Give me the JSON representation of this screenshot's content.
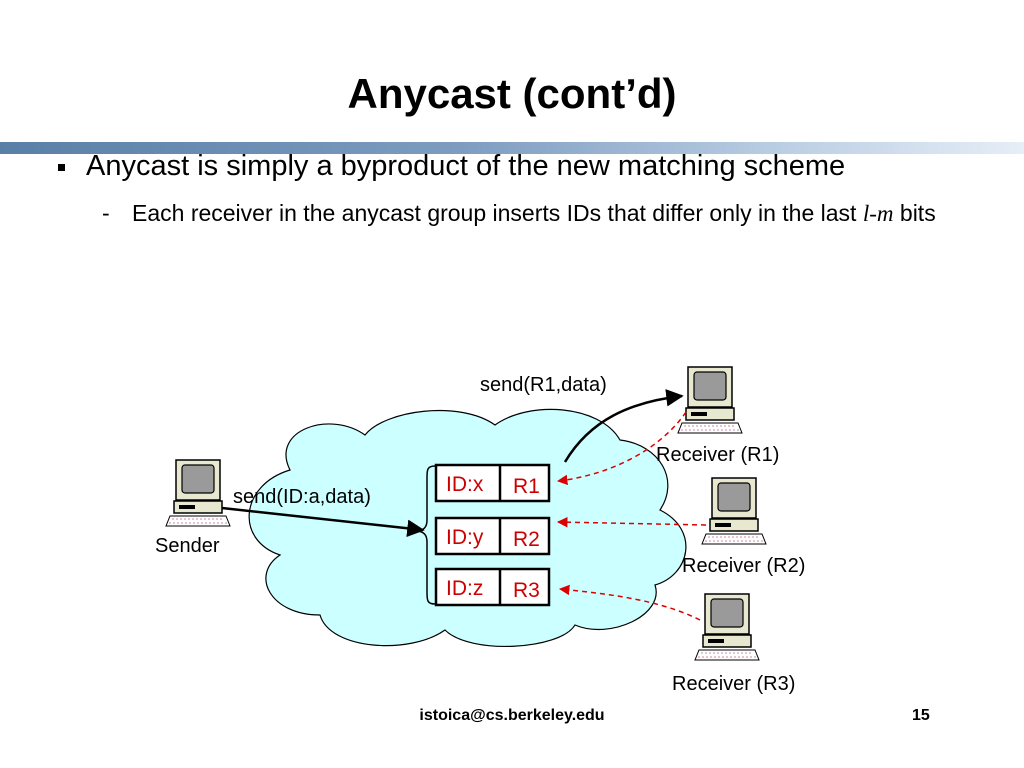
{
  "slide": {
    "title": "Anycast (cont’d)",
    "bullet1": "Anycast is simply a byproduct of the new matching scheme",
    "bullet2_dash": "-",
    "bullet2_text_before": "Each receiver in the anycast group inserts IDs that differ only in the last ",
    "bullet2_italic": "l-m",
    "bullet2_text_after": " bits"
  },
  "diagram": {
    "sender_label": "Sender",
    "send_id_label": "send(ID:a,data)",
    "send_r1_label": "send(R1,data)",
    "triggers": [
      {
        "id": "ID:x",
        "target": "R1"
      },
      {
        "id": "ID:y",
        "target": "R2"
      },
      {
        "id": "ID:z",
        "target": "R3"
      }
    ],
    "receivers": [
      "Receiver (R1)",
      "Receiver (R2)",
      "Receiver (R3)"
    ],
    "colors": {
      "cloud": "#ccffff",
      "trigger_text": "#cc0000",
      "dashed_arrow": "#dd0000"
    }
  },
  "footer": {
    "email": "istoica@cs.berkeley.edu",
    "page": "15"
  }
}
